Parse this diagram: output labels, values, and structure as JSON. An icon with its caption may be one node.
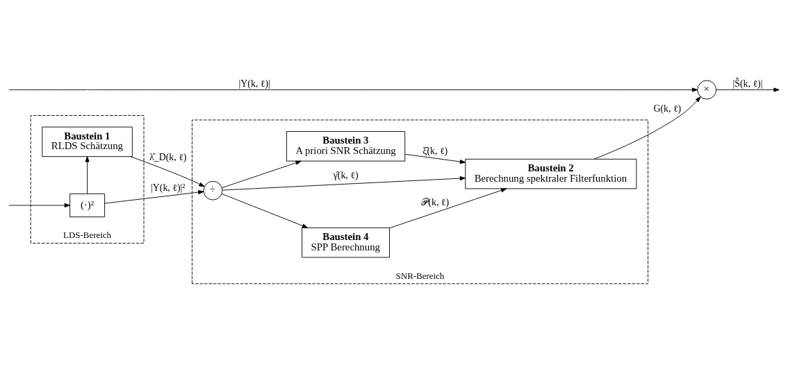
{
  "diagram": {
    "nodes": [
      {
        "text": [
          "LDS-Bereich"
        ]
      },
      {
        "text": [
          "SNR-Bereich"
        ]
      },
      {
        "text": [
          "(·)²"
        ],
        "in": 0
      },
      {
        "text": [
          "Baustein 1",
          "RLDS Schätzung"
        ],
        "in": 0
      },
      {
        "text": [
          "÷"
        ],
        "in": 1
      },
      {
        "text": [
          "Baustein 3",
          "A priori SNR Schätzung"
        ],
        "in": 1
      },
      {
        "text": [
          "Baustein 4",
          "SPP Berechnung"
        ],
        "in": 1
      },
      {
        "text": [
          "Baustein 2",
          "Berechnung spektraler Filterfunktion"
        ],
        "in": 1
      },
      {
        "text": [
          "×"
        ]
      }
    ],
    "edges": [
      {
        "from": null,
        "to": 8,
        "arrow": "to",
        "label": "|Y(k, ℓ)|"
      },
      {
        "from": null,
        "to": 2,
        "arrow": "to"
      },
      {
        "from": 2,
        "to": 3,
        "arrow": "to"
      },
      {
        "from": 2,
        "to": 4,
        "arrow": "to",
        "label": "|Y(k, ℓ)|²"
      },
      {
        "from": 3,
        "to": 4,
        "arrow": "to",
        "label": "λ̂_D(k, ℓ)"
      },
      {
        "from": 4,
        "to": 5,
        "arrow": "to"
      },
      {
        "from": 4,
        "to": 7,
        "arrow": "to",
        "label": "γ̂(k, ℓ)"
      },
      {
        "from": 4,
        "to": 6,
        "arrow": "to"
      },
      {
        "from": 5,
        "to": 7,
        "arrow": "to",
        "label": "ξ̂(k, ℓ)"
      },
      {
        "from": 6,
        "to": 7,
        "arrow": "to",
        "label": "𝒫(k, ℓ)"
      },
      {
        "from": 7,
        "to": 8,
        "arrow": "to",
        "label": "G(k, ℓ)"
      },
      {
        "from": 8,
        "to": null,
        "arrow": "to",
        "label": "|Ŝ(k, ℓ)|"
      }
    ]
  }
}
